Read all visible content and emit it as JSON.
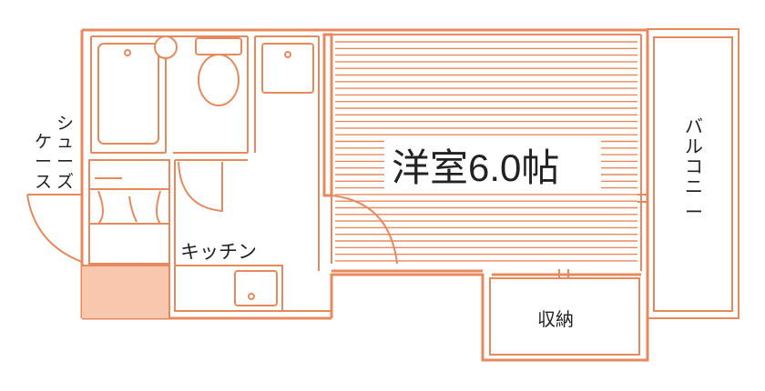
{
  "floorplan": {
    "main_room_label": "洋室6.0帖",
    "kitchen_label": "キッチン",
    "storage_label": "収納",
    "balcony_label": [
      "バ",
      "ル",
      "コ",
      "ニ",
      "ー"
    ],
    "shoe_case_label": {
      "line1": [
        "シ",
        "ュ",
        "ー",
        "ズ"
      ],
      "line2": [
        "ケ",
        "ー",
        "ス"
      ]
    }
  },
  "colors": {
    "line": "#e8895d",
    "fill_accent": "#f8c7ad",
    "text": "#222222"
  },
  "icons": [
    "toilet-icon",
    "bathtub-icon",
    "sink-icon",
    "door-swing-icon"
  ]
}
